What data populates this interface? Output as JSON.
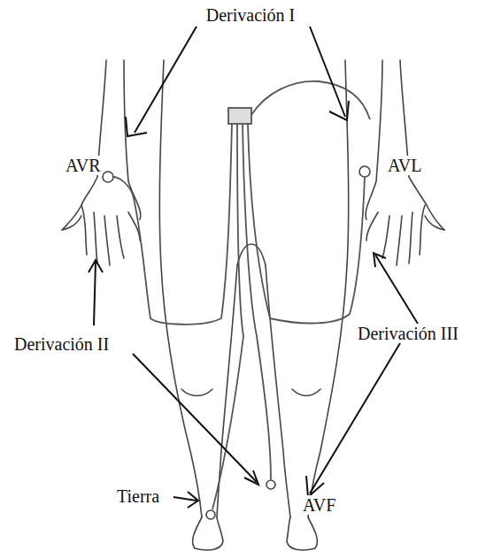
{
  "diagram": {
    "labels": [
      "Derivación I",
      "AVR",
      "AVL",
      "Derivación II",
      "Derivación III",
      "Tierra",
      "AVF"
    ]
  }
}
